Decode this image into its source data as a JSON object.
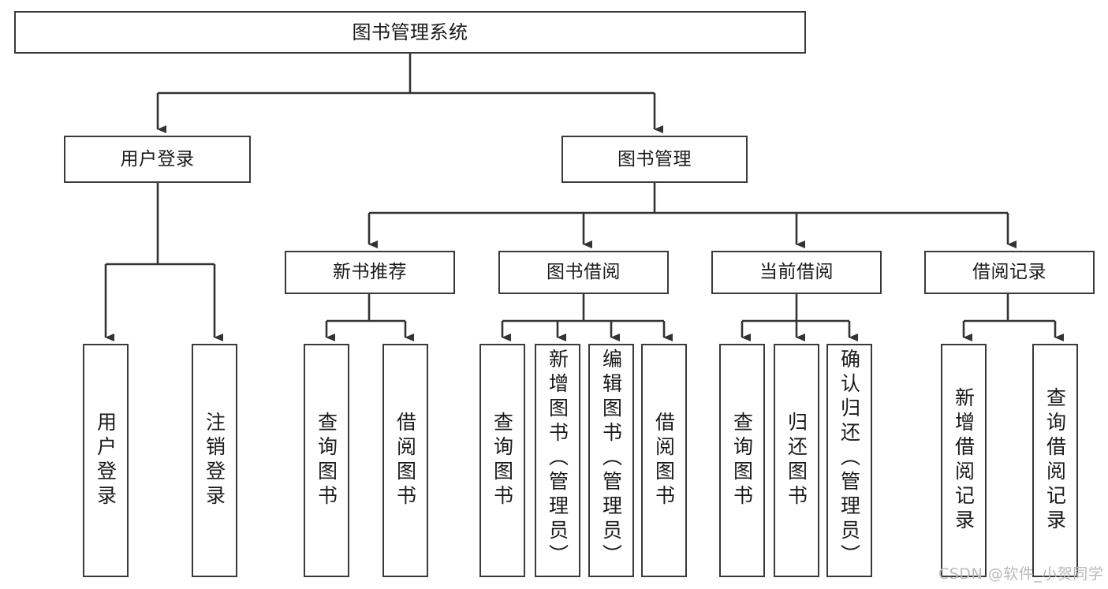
{
  "diagram": {
    "title": "图书管理系统",
    "type": "tree-diagram",
    "watermark": "CSDN @软件_小贺同学",
    "colors": {
      "box_border": "#3a3a3a",
      "box_fill": "#ffffff",
      "edge": "#333333",
      "text": "#1a1a1a",
      "watermark": "#b9b9b9",
      "background": "#ffffff"
    },
    "nodes": {
      "root": {
        "label": "图书管理系统"
      },
      "level2": [
        {
          "label": "用户登录"
        },
        {
          "label": "图书管理"
        }
      ],
      "level3": [
        {
          "label": "新书推荐"
        },
        {
          "label": "图书借阅"
        },
        {
          "label": "当前借阅"
        },
        {
          "label": "借阅记录"
        }
      ],
      "leaves": {
        "user_login": [
          {
            "label": "用户登录"
          },
          {
            "label": "注销登录"
          }
        ],
        "new_book_recommend": [
          {
            "label": "查询图书"
          },
          {
            "label": "借阅图书"
          }
        ],
        "book_borrow": [
          {
            "label": "查询图书"
          },
          {
            "label": "新增图书（管理员）"
          },
          {
            "label": "编辑图书（管理员）"
          },
          {
            "label": "借阅图书"
          }
        ],
        "current_borrow": [
          {
            "label": "查询图书"
          },
          {
            "label": "归还图书"
          },
          {
            "label": "确认归还（管理员）"
          }
        ],
        "borrow_record": [
          {
            "label": "新增借阅记录"
          },
          {
            "label": "查询借阅记录"
          }
        ]
      }
    }
  }
}
